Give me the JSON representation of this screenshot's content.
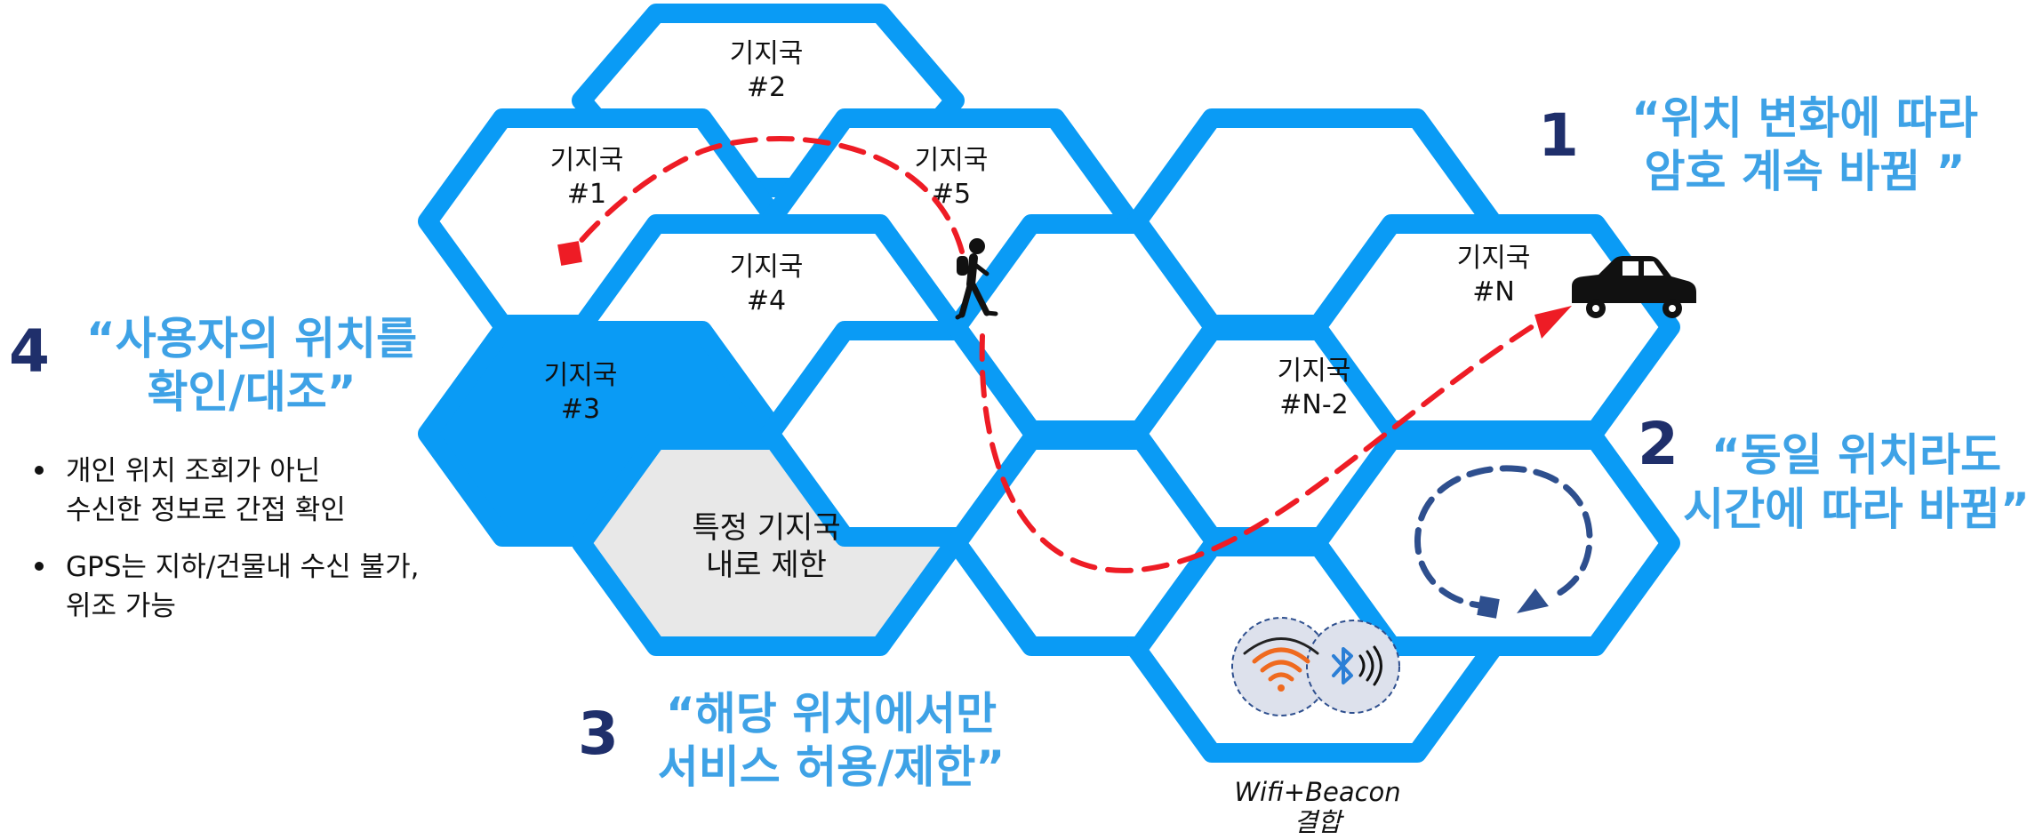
{
  "hexagons": {
    "bs1": [
      "기지국",
      "#1"
    ],
    "bs2": [
      "기지국",
      "#2"
    ],
    "bs3": [
      "기지국",
      "#3"
    ],
    "bs4": [
      "기지국",
      "#4"
    ],
    "bs5": [
      "기지국",
      "#5"
    ],
    "bsN2": [
      "기지국",
      "#N-2"
    ],
    "bsN": [
      "기지국",
      "#N"
    ],
    "restricted": [
      "특정 기지국",
      "내로 제한"
    ]
  },
  "callouts": {
    "c1": {
      "number": "1",
      "lines": [
        "“위치 변화에 따라",
        "암호 계속 바뀜 ”"
      ]
    },
    "c2": {
      "number": "2",
      "lines": [
        "“동일 위치라도",
        "시간에 따라 바뀜”"
      ]
    },
    "c3": {
      "number": "3",
      "lines": [
        "“해당 위치에서만",
        "서비스 허용/제한”"
      ]
    },
    "c4": {
      "number": "4",
      "lines": [
        "“사용자의 위치를",
        "확인/대조”"
      ]
    }
  },
  "bullets": [
    [
      "개인 위치 조회가 아닌",
      "수신한 정보로 간접 확인"
    ],
    [
      "GPS는 지하/건물내 수신 불가,",
      "위조 가능"
    ]
  ],
  "wifi_beacon_caption": [
    "Wifi+Beacon",
    "결합"
  ],
  "colors": {
    "hex_stroke": "#0a9bf5",
    "hex_dark_fill": "#0a9bf5",
    "hex_restricted_fill": "#e8e8e8",
    "path_red": "#ee1c25",
    "loop_dark": "#2e4f8e",
    "number_navy": "#1f2f6b",
    "quote_blue": "#3ea2e6",
    "wifi_orange": "#ef6a1f",
    "bluetooth_blue": "#2b7fd6"
  },
  "icons": [
    "walking-person-icon",
    "car-icon",
    "wifi-icon",
    "bluetooth-icon"
  ]
}
